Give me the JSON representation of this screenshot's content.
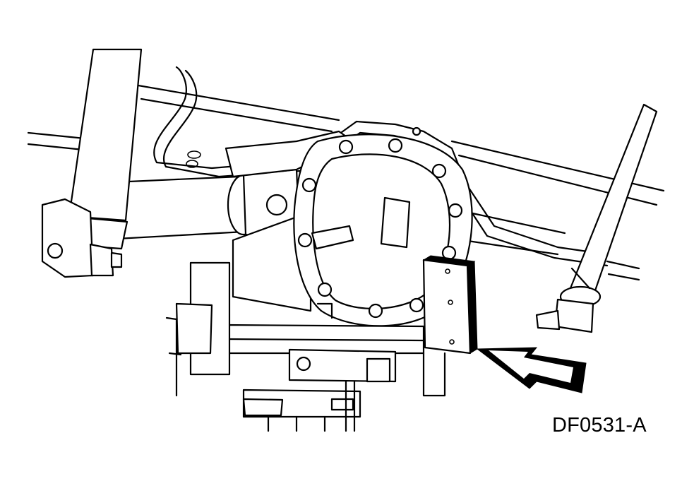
{
  "figure": {
    "code": "DF0531-A"
  },
  "colors": {
    "line": "#000000",
    "background": "#ffffff"
  },
  "components": [
    "left-shock-absorber",
    "right-shock-absorber",
    "axle-tube",
    "differential-cover",
    "cover-bolts",
    "brake-line",
    "holding-fixture",
    "transmission-jack",
    "indicator-arrow"
  ]
}
